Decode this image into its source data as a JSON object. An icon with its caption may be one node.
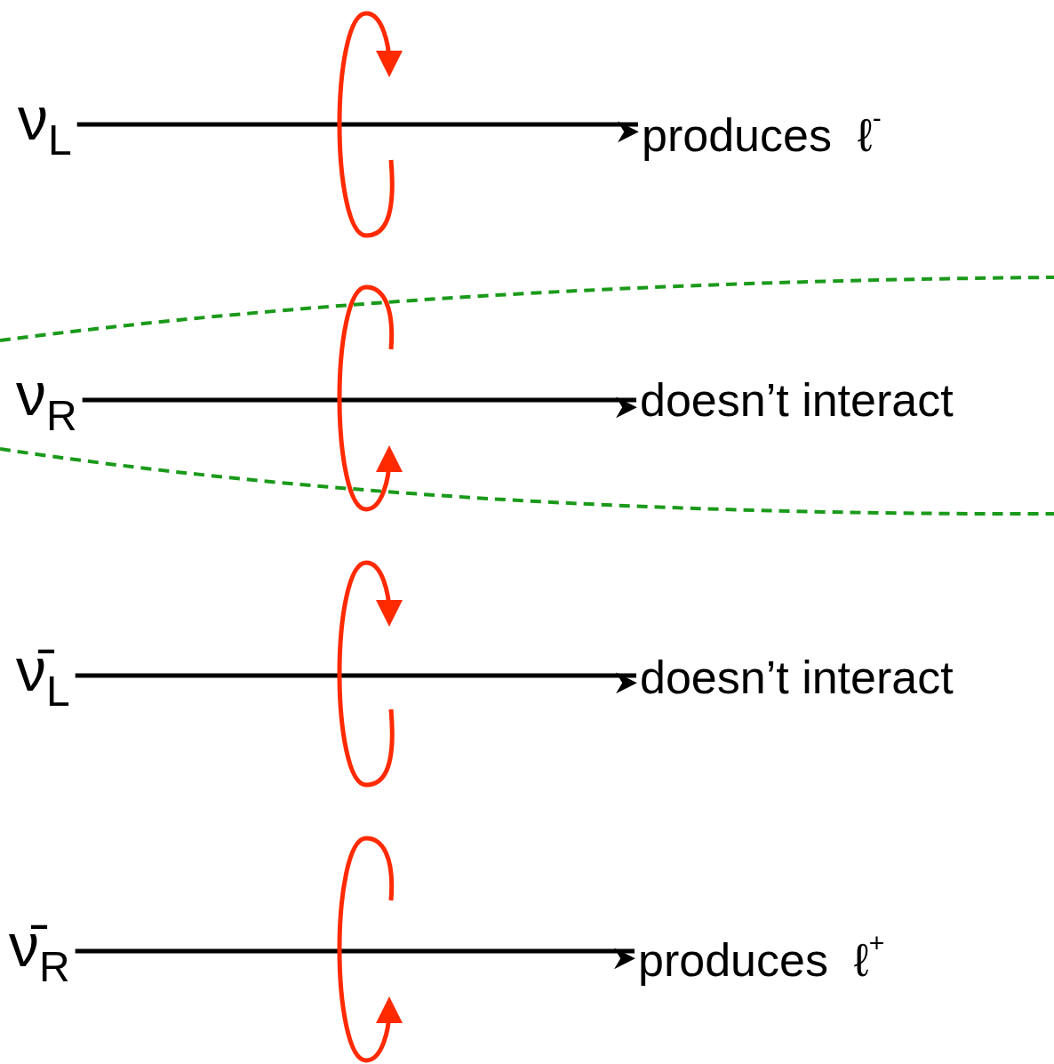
{
  "diagram": {
    "nodes": [
      {
        "text": [
          "ν$_{L}$"
        ]
      },
      {
        "text": [
          "produces  ℓ$^{-}$"
        ]
      },
      {
        "text": [
          "ν$_{R}$"
        ]
      },
      {
        "text": [
          "doesn’t interact"
        ]
      },
      {
        "text": [
          "ν̄$_{L}$"
        ]
      },
      {
        "text": [
          "doesn’t interact"
        ]
      },
      {
        "text": [
          "ν̄$_{R}$"
        ]
      },
      {
        "text": [
          "produces  ℓ$^{+}$"
        ]
      }
    ],
    "edges": [
      {
        "from": 0,
        "to": 1,
        "arrow": "to"
      },
      {
        "from": 2,
        "to": 3,
        "arrow": "to"
      },
      {
        "from": 4,
        "to": 5,
        "arrow": "to"
      },
      {
        "from": 6,
        "to": 7,
        "arrow": "to"
      }
    ]
  }
}
